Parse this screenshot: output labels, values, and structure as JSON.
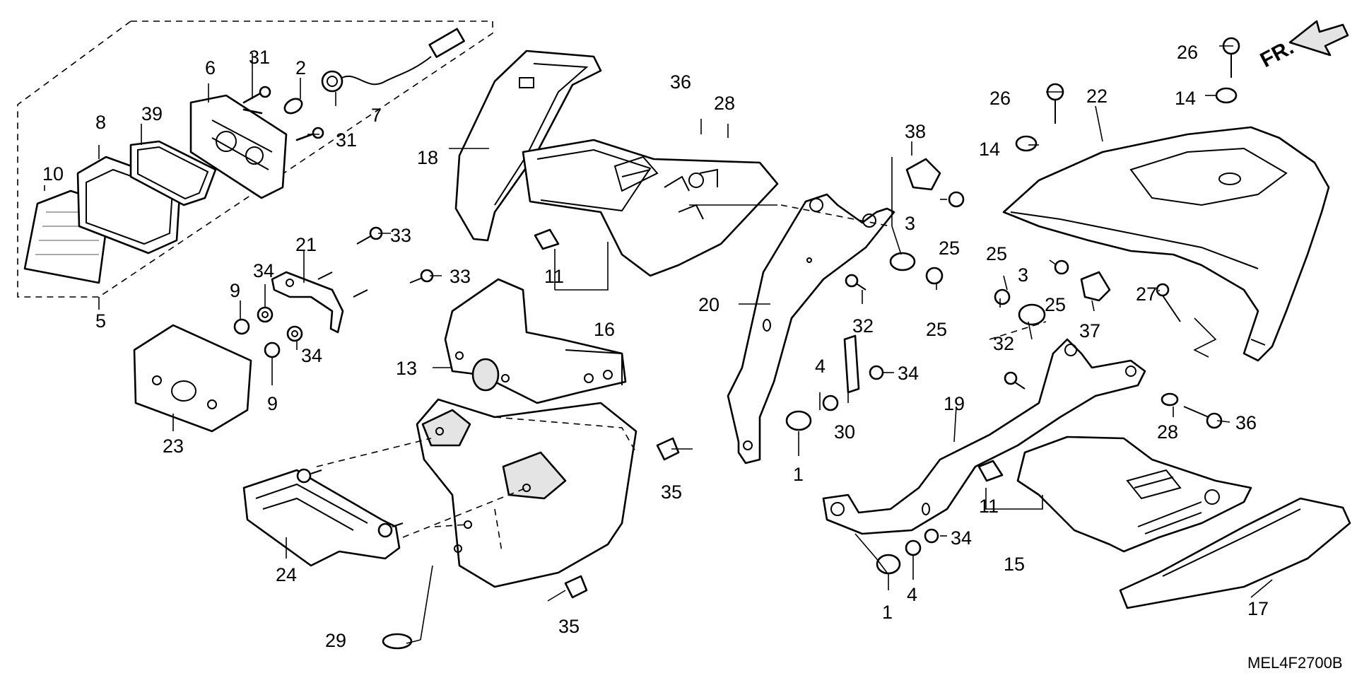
{
  "diagram": {
    "direction_marker": "FR.",
    "drawing_code": "MEL4F2700B",
    "callouts": {
      "c1": "1",
      "c1b": "1",
      "c3": "3",
      "c3b": "3",
      "c4": "4",
      "c4b": "4",
      "c5": "5",
      "c6": "6",
      "c7": "7",
      "c8": "8",
      "c9": "9",
      "c9b": "9",
      "c10": "10",
      "c11": "11",
      "c11b": "11",
      "c13": "13",
      "c14": "14",
      "c14b": "14",
      "c15": "15",
      "c16": "16",
      "c17": "17",
      "c18": "18",
      "c19": "19",
      "c20": "20",
      "c21": "21",
      "c22": "22",
      "c23": "23",
      "c24": "24",
      "c25": "25",
      "c25b": "25",
      "c25c": "25",
      "c25d": "25",
      "c26": "26",
      "c26b": "26",
      "c27": "27",
      "c28": "28",
      "c28b": "28",
      "c29": "29",
      "c30": "30",
      "c31": "31",
      "c31b": "31",
      "c32": "32",
      "c32b": "32",
      "c33": "33",
      "c33b": "33",
      "c34": "34",
      "c34b": "34",
      "c34c": "34",
      "c34d": "34",
      "c35": "35",
      "c35b": "35",
      "c36": "36",
      "c36b": "36",
      "c37": "37",
      "c38": "38",
      "c39": "39",
      "c2": "2"
    }
  }
}
